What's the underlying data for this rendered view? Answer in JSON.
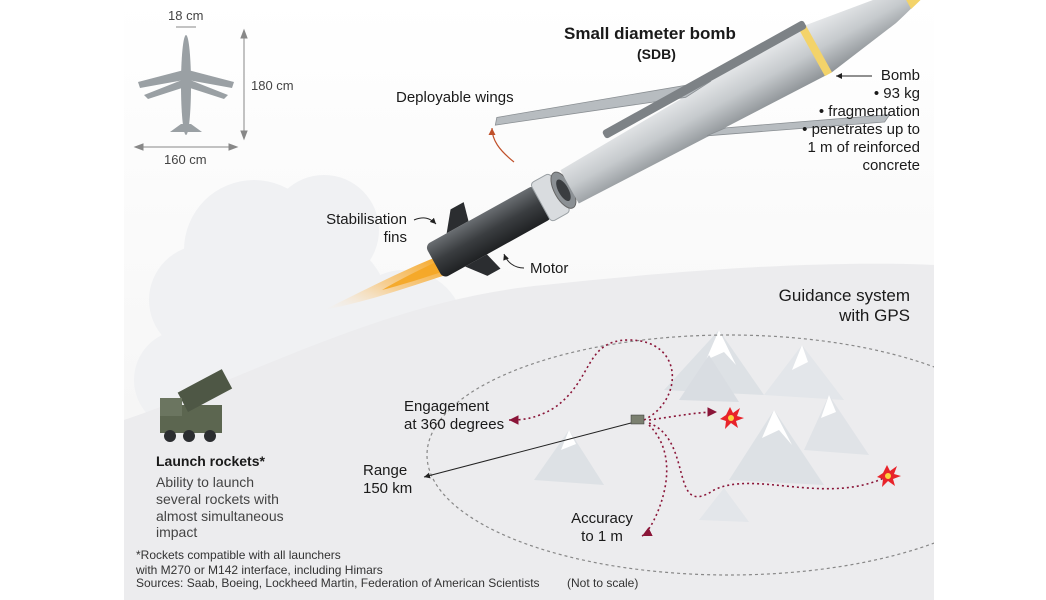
{
  "title": "Small diameter bomb",
  "subtitle": "(SDB)",
  "dimensions": {
    "width_top": "18 cm",
    "length": "180 cm",
    "wingspan": "160 cm"
  },
  "labels": {
    "deployable_wings": "Deployable wings",
    "stabilisation": [
      "Stabilisation",
      "fins"
    ],
    "motor": "Motor",
    "bomb": [
      "Bomb",
      "• 93 kg",
      "• fragmentation",
      "• penetrates up to",
      "1 m of reinforced",
      "concrete"
    ],
    "guidance": [
      "Guidance system",
      "with GPS"
    ],
    "engagement": [
      "Engagement",
      "at 360 degrees"
    ],
    "range": [
      "Range",
      "150 km"
    ],
    "accuracy": [
      "Accuracy",
      "to 1 m"
    ]
  },
  "launch": {
    "title": "Launch rockets*",
    "desc": [
      "Ability to launch",
      "several rockets with",
      "almost simultaneous",
      "impact"
    ]
  },
  "footnote": [
    "*Rockets compatible with all launchers",
    "with M270 or M142 interface, including Himars"
  ],
  "sources": "Sources: Saab, Boeing, Lockheed Martin, Federation of American Scientists",
  "not_to_scale": "(Not to scale)",
  "colors": {
    "path": "#8a1538",
    "explosion": "#e8232a",
    "flame": "#f5a623",
    "body": "#c8ccd0",
    "motor": "#3a3d40"
  }
}
